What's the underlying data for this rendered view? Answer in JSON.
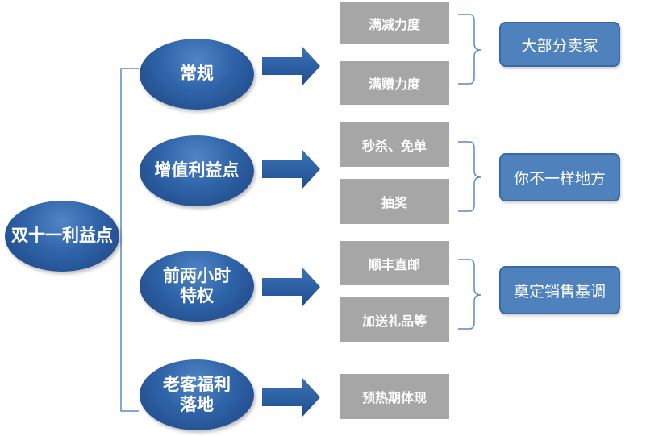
{
  "root": {
    "label": "双十一利益点"
  },
  "branches": [
    {
      "label": "常规",
      "lines": [
        "常规"
      ]
    },
    {
      "label": "增值利益点",
      "lines": [
        "增值利益点"
      ]
    },
    {
      "label": "前两小时特权",
      "lines": [
        "前两小时",
        "特权"
      ]
    },
    {
      "label": "老客福利落地",
      "lines": [
        "老客福利",
        "落地"
      ]
    }
  ],
  "details": [
    "满减力度",
    "满赠力度",
    "秒杀、免单",
    "抽奖",
    "顺丰直邮",
    "加送礼品等",
    "预热期体现"
  ],
  "summaries": [
    "大部分卖家",
    "你不一样地方",
    "奠定销售基调"
  ],
  "colors": {
    "oval_dark": "#1c4480",
    "oval_light": "#4f86c6",
    "arrow": "#2e5fa3",
    "grey_box": "#a6a6a6",
    "summary_box": "#4f81bd",
    "bracket": "#5a8ac6"
  }
}
